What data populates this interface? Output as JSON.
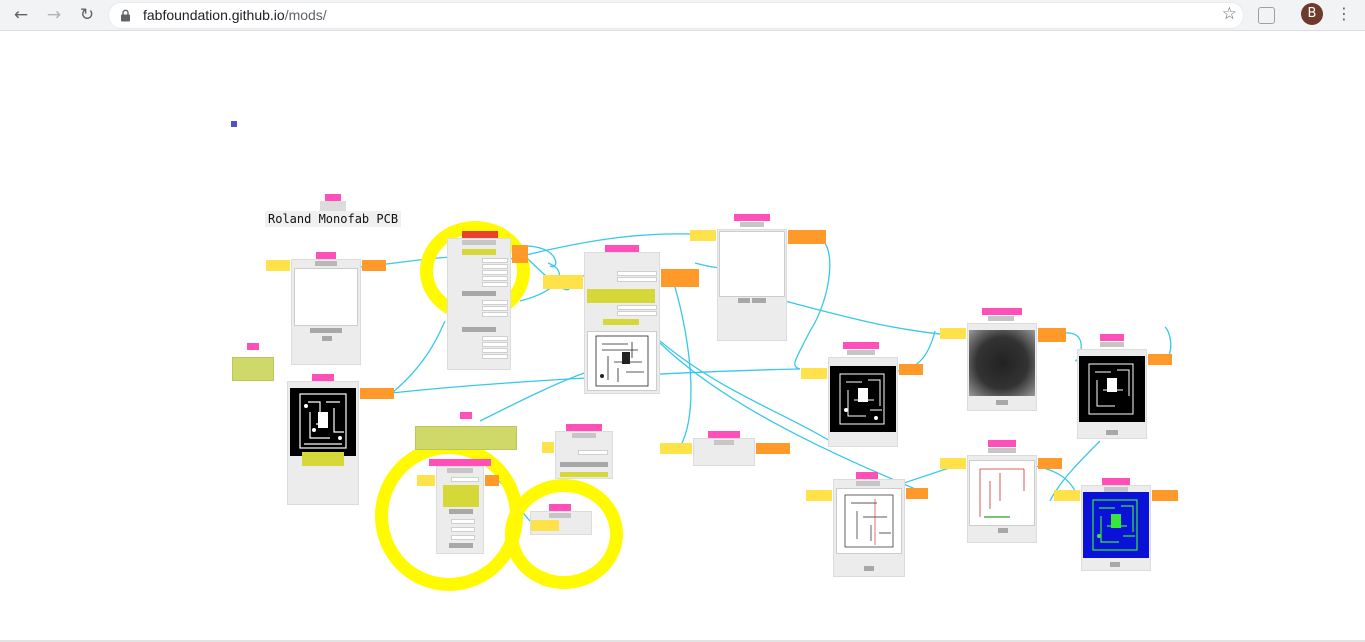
{
  "browser": {
    "url_domain": "fabfoundation.github.io",
    "url_path": "/mods/",
    "avatar_letter": "B"
  },
  "page": {
    "title": "Roland Monofab PCB"
  },
  "colors": {
    "wire": "#38c8e8",
    "highlight": "#fffa00",
    "module_title": "#ff4fb8",
    "input": "#ffe14a",
    "output": "#ff9a2a"
  },
  "icons": {
    "back": "arrow-left-icon",
    "forward": "arrow-right-icon",
    "reload": "reload-icon",
    "lock": "lock-icon",
    "star": "star-icon",
    "menu": "kebab-menu-icon"
  }
}
